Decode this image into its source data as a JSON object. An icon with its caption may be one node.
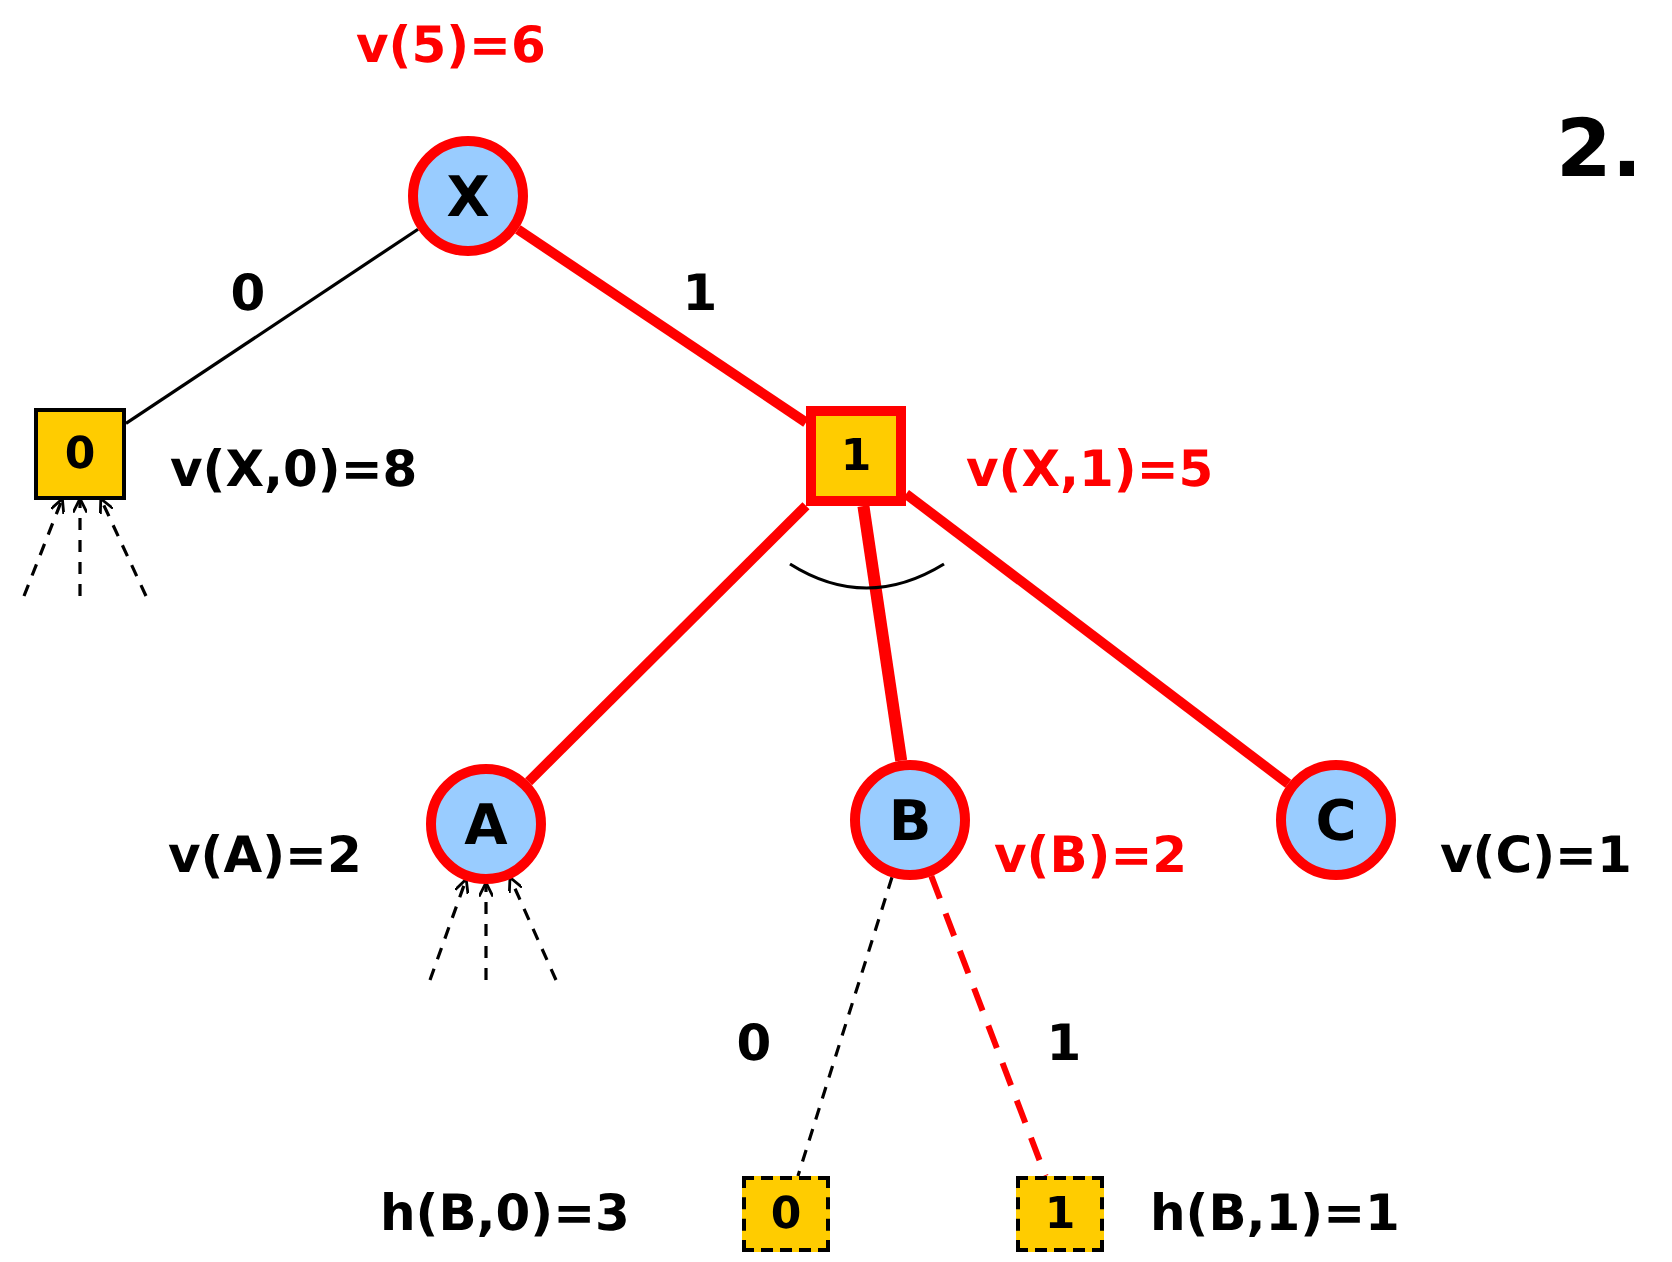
{
  "diagram": {
    "nodes": [
      {
        "text": [
          "X"
        ],
        "beside": [
          "v(5)=6"
        ]
      },
      {
        "text": [
          "0"
        ],
        "beside": [
          "v(X,0)=8"
        ]
      },
      {
        "text": [
          "1"
        ],
        "beside": [
          "v(X,1)=5"
        ]
      },
      {
        "text": [
          "A"
        ],
        "beside": [
          "v(A)=2"
        ]
      },
      {
        "text": [
          "B"
        ],
        "beside": [
          "v(B)=2"
        ]
      },
      {
        "text": [
          "C"
        ],
        "beside": [
          "v(C)=1"
        ]
      },
      {
        "text": [
          "0"
        ],
        "beside": [
          "h(B,0)=3"
        ]
      },
      {
        "text": [
          "1"
        ],
        "beside": [
          "h(B,1)=1"
        ]
      }
    ],
    "edges": [
      {
        "from": 0,
        "to": 1,
        "arrow": "none",
        "label": "0"
      },
      {
        "from": 0,
        "to": 2,
        "arrow": "none",
        "label": "1",
        "style": "thick",
        "color": "#ff0000"
      },
      {
        "from": 2,
        "to": 3,
        "arrow": "none",
        "style": "thick",
        "color": "#ff0000"
      },
      {
        "from": 2,
        "to": 4,
        "arrow": "none",
        "style": "thick",
        "color": "#ff0000"
      },
      {
        "from": 2,
        "to": 5,
        "arrow": "none",
        "style": "thick",
        "color": "#ff0000"
      },
      {
        "from": 4,
        "to": 6,
        "arrow": "none",
        "label": "0",
        "style": "dashed"
      },
      {
        "from": 4,
        "to": 7,
        "arrow": "none",
        "label": "1",
        "style": "dashed",
        "color": "#ff0000"
      },
      {
        "from": null,
        "to": 1,
        "arrow": "to",
        "style": "dashed"
      },
      {
        "from": null,
        "to": 1,
        "arrow": "to",
        "style": "dashed"
      },
      {
        "from": null,
        "to": 1,
        "arrow": "to",
        "style": "dashed"
      },
      {
        "from": null,
        "to": 3,
        "arrow": "to",
        "style": "dashed"
      },
      {
        "from": null,
        "to": 3,
        "arrow": "to",
        "style": "dashed"
      },
      {
        "from": null,
        "to": 3,
        "arrow": "to",
        "style": "dashed"
      }
    ],
    "labels": [
      "2."
    ]
  }
}
